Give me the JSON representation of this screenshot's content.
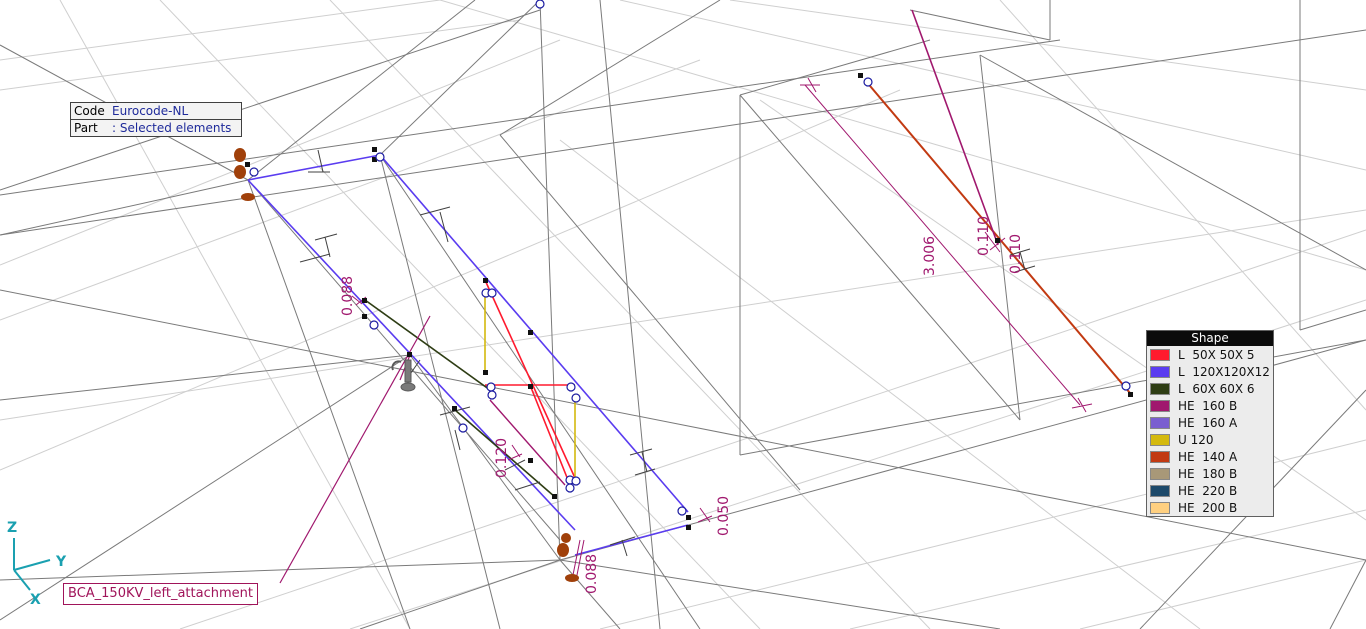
{
  "info": {
    "code_key": "Code",
    "code_value": "Eurocode-NL",
    "part_key": "Part",
    "part_value": ": Selected elements"
  },
  "legend": {
    "title": "Shape",
    "items": [
      {
        "label": "L  50X 50X 5",
        "color": "#ff1a2e"
      },
      {
        "label": "L  120X120X12",
        "color": "#5a3cf0"
      },
      {
        "label": "L  60X 60X 6",
        "color": "#2e3d14"
      },
      {
        "label": "HE  160 B",
        "color": "#a0186e"
      },
      {
        "label": "HE  160 A",
        "color": "#7a5fd0"
      },
      {
        "label": "U 120",
        "color": "#d4b90e"
      },
      {
        "label": "HE  140 A",
        "color": "#c23a12"
      },
      {
        "label": "HE  180 B",
        "color": "#a89878"
      },
      {
        "label": "HE  220 B",
        "color": "#1e4a6a"
      },
      {
        "label": "HE  200 B",
        "color": "#ffd080"
      }
    ]
  },
  "dimensions": {
    "d1": "0.088",
    "d2": "0.120",
    "d3": "0.088",
    "d4": "0.050",
    "d5": "3.006",
    "d6": "0.110",
    "d7": "0.110"
  },
  "element_label": "BCA_150KV_left_attachment",
  "axes": {
    "z": "Z",
    "y": "Y",
    "x": "X"
  }
}
